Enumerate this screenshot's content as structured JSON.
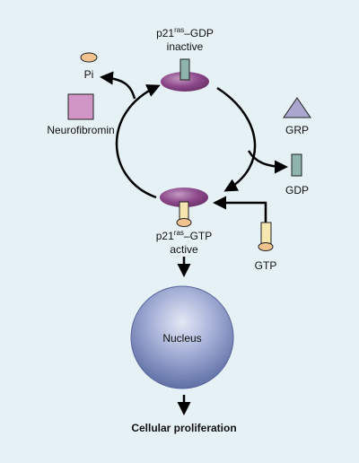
{
  "diagram": {
    "gdp_state": {
      "name_prefix": "p21",
      "name_sup": "ras",
      "name_suffix": "–GDP",
      "status": "inactive"
    },
    "gtp_state": {
      "name_prefix": "p21",
      "name_sup": "ras",
      "name_suffix": "–GTP",
      "status": "active"
    },
    "labels": {
      "pi": "Pi",
      "neurofibromin": "Neurofibromin",
      "grp": "GRP",
      "gdp": "GDP",
      "gtp": "GTP",
      "nucleus": "Nucleus",
      "output": "Cellular proliferation"
    },
    "colors": {
      "background": "#e6f1f6",
      "protein": "#8e4a8c",
      "gdp_block": "#8fb3ad",
      "gtp_block": "#f6e6b0",
      "phosphate": "#f2c38f",
      "neurofibromin": "#d296c6",
      "grp": "#a9a6cf",
      "nucleus": "#7d8dbf"
    }
  }
}
